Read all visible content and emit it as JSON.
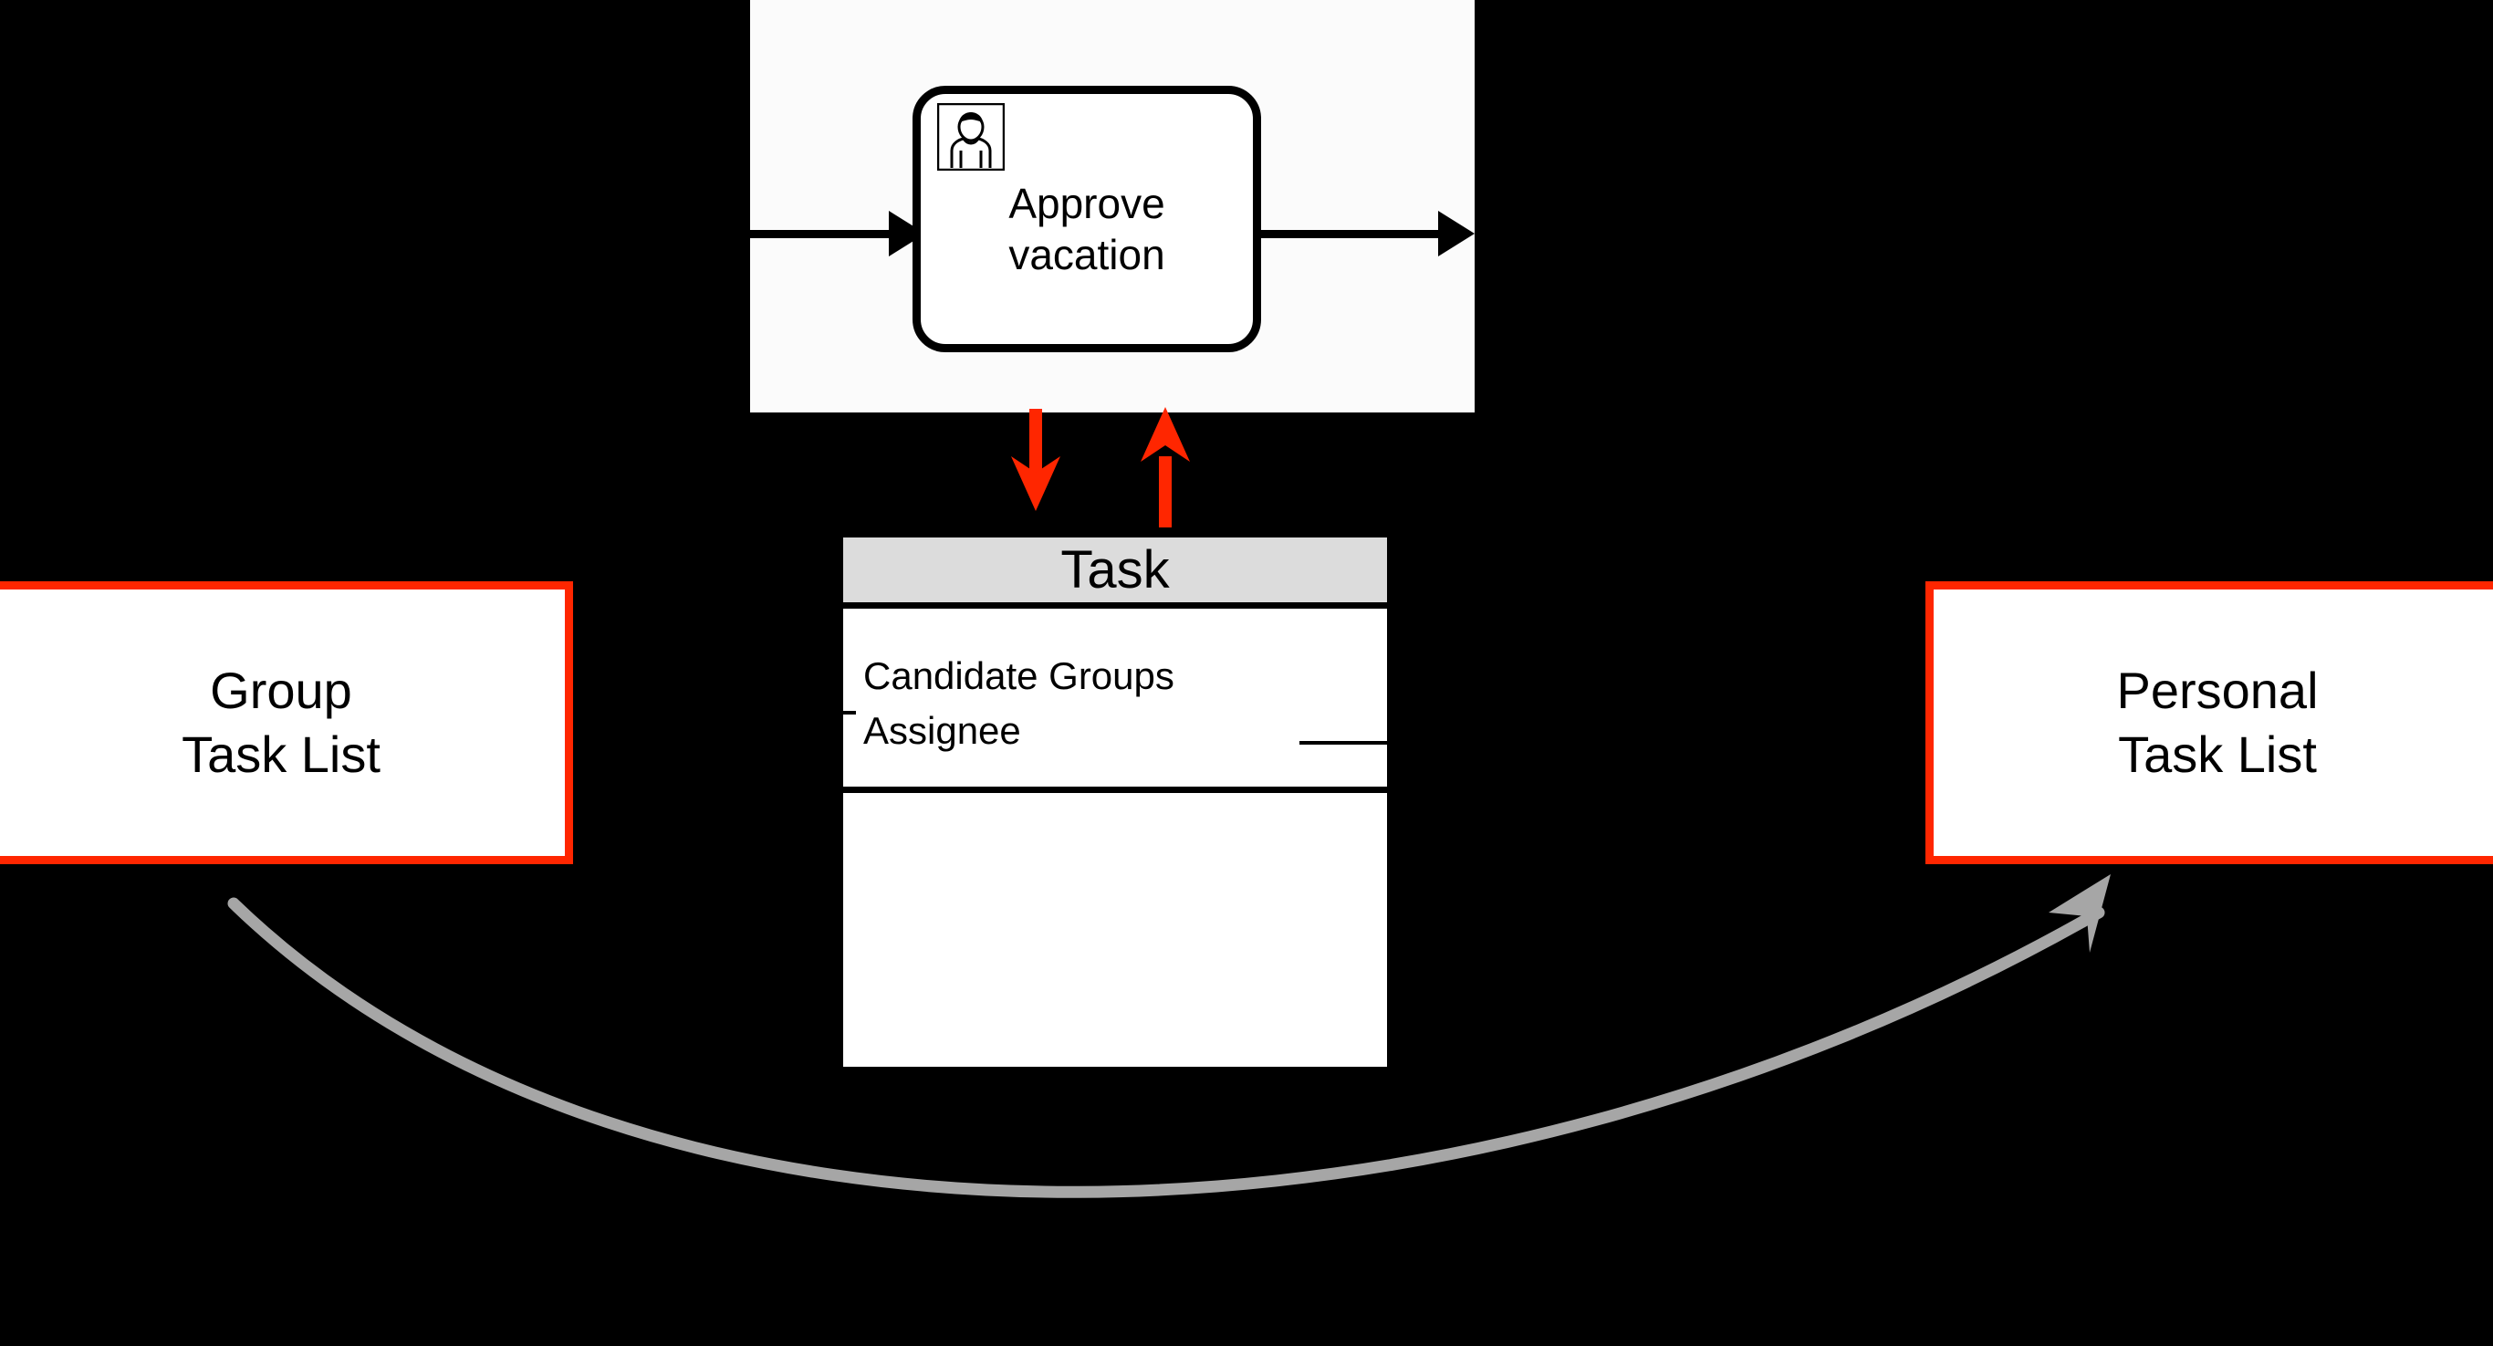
{
  "diagram": {
    "title": "BPMN user task to task list mapping",
    "colors": {
      "background": "#000000",
      "pool_fill": "#fbfbfb",
      "task_header_fill": "#dcdcdc",
      "red_accent": "#ff2600",
      "gray_arrow": "#a6a6a6",
      "stroke": "#000000"
    }
  },
  "pool": {
    "user_task": {
      "label": "Approve\nvacation",
      "icon": "user-icon"
    },
    "incoming_flow": "sequence-flow-in",
    "outgoing_flow": "sequence-flow-out"
  },
  "uml_class": {
    "name": "Task",
    "attributes": [
      "Candidate Groups",
      "Assignee"
    ],
    "operations": []
  },
  "task_lists": [
    {
      "id": "group-task-list",
      "label": "Group\nTask List"
    },
    {
      "id": "personal-task-list",
      "label": "Personal\nTask List"
    }
  ],
  "connectors": {
    "red_down": "candidate-groups-arrow-down",
    "red_up": "assignee-arrow-up",
    "gray_curve": "claim-task-curved-arrow"
  }
}
